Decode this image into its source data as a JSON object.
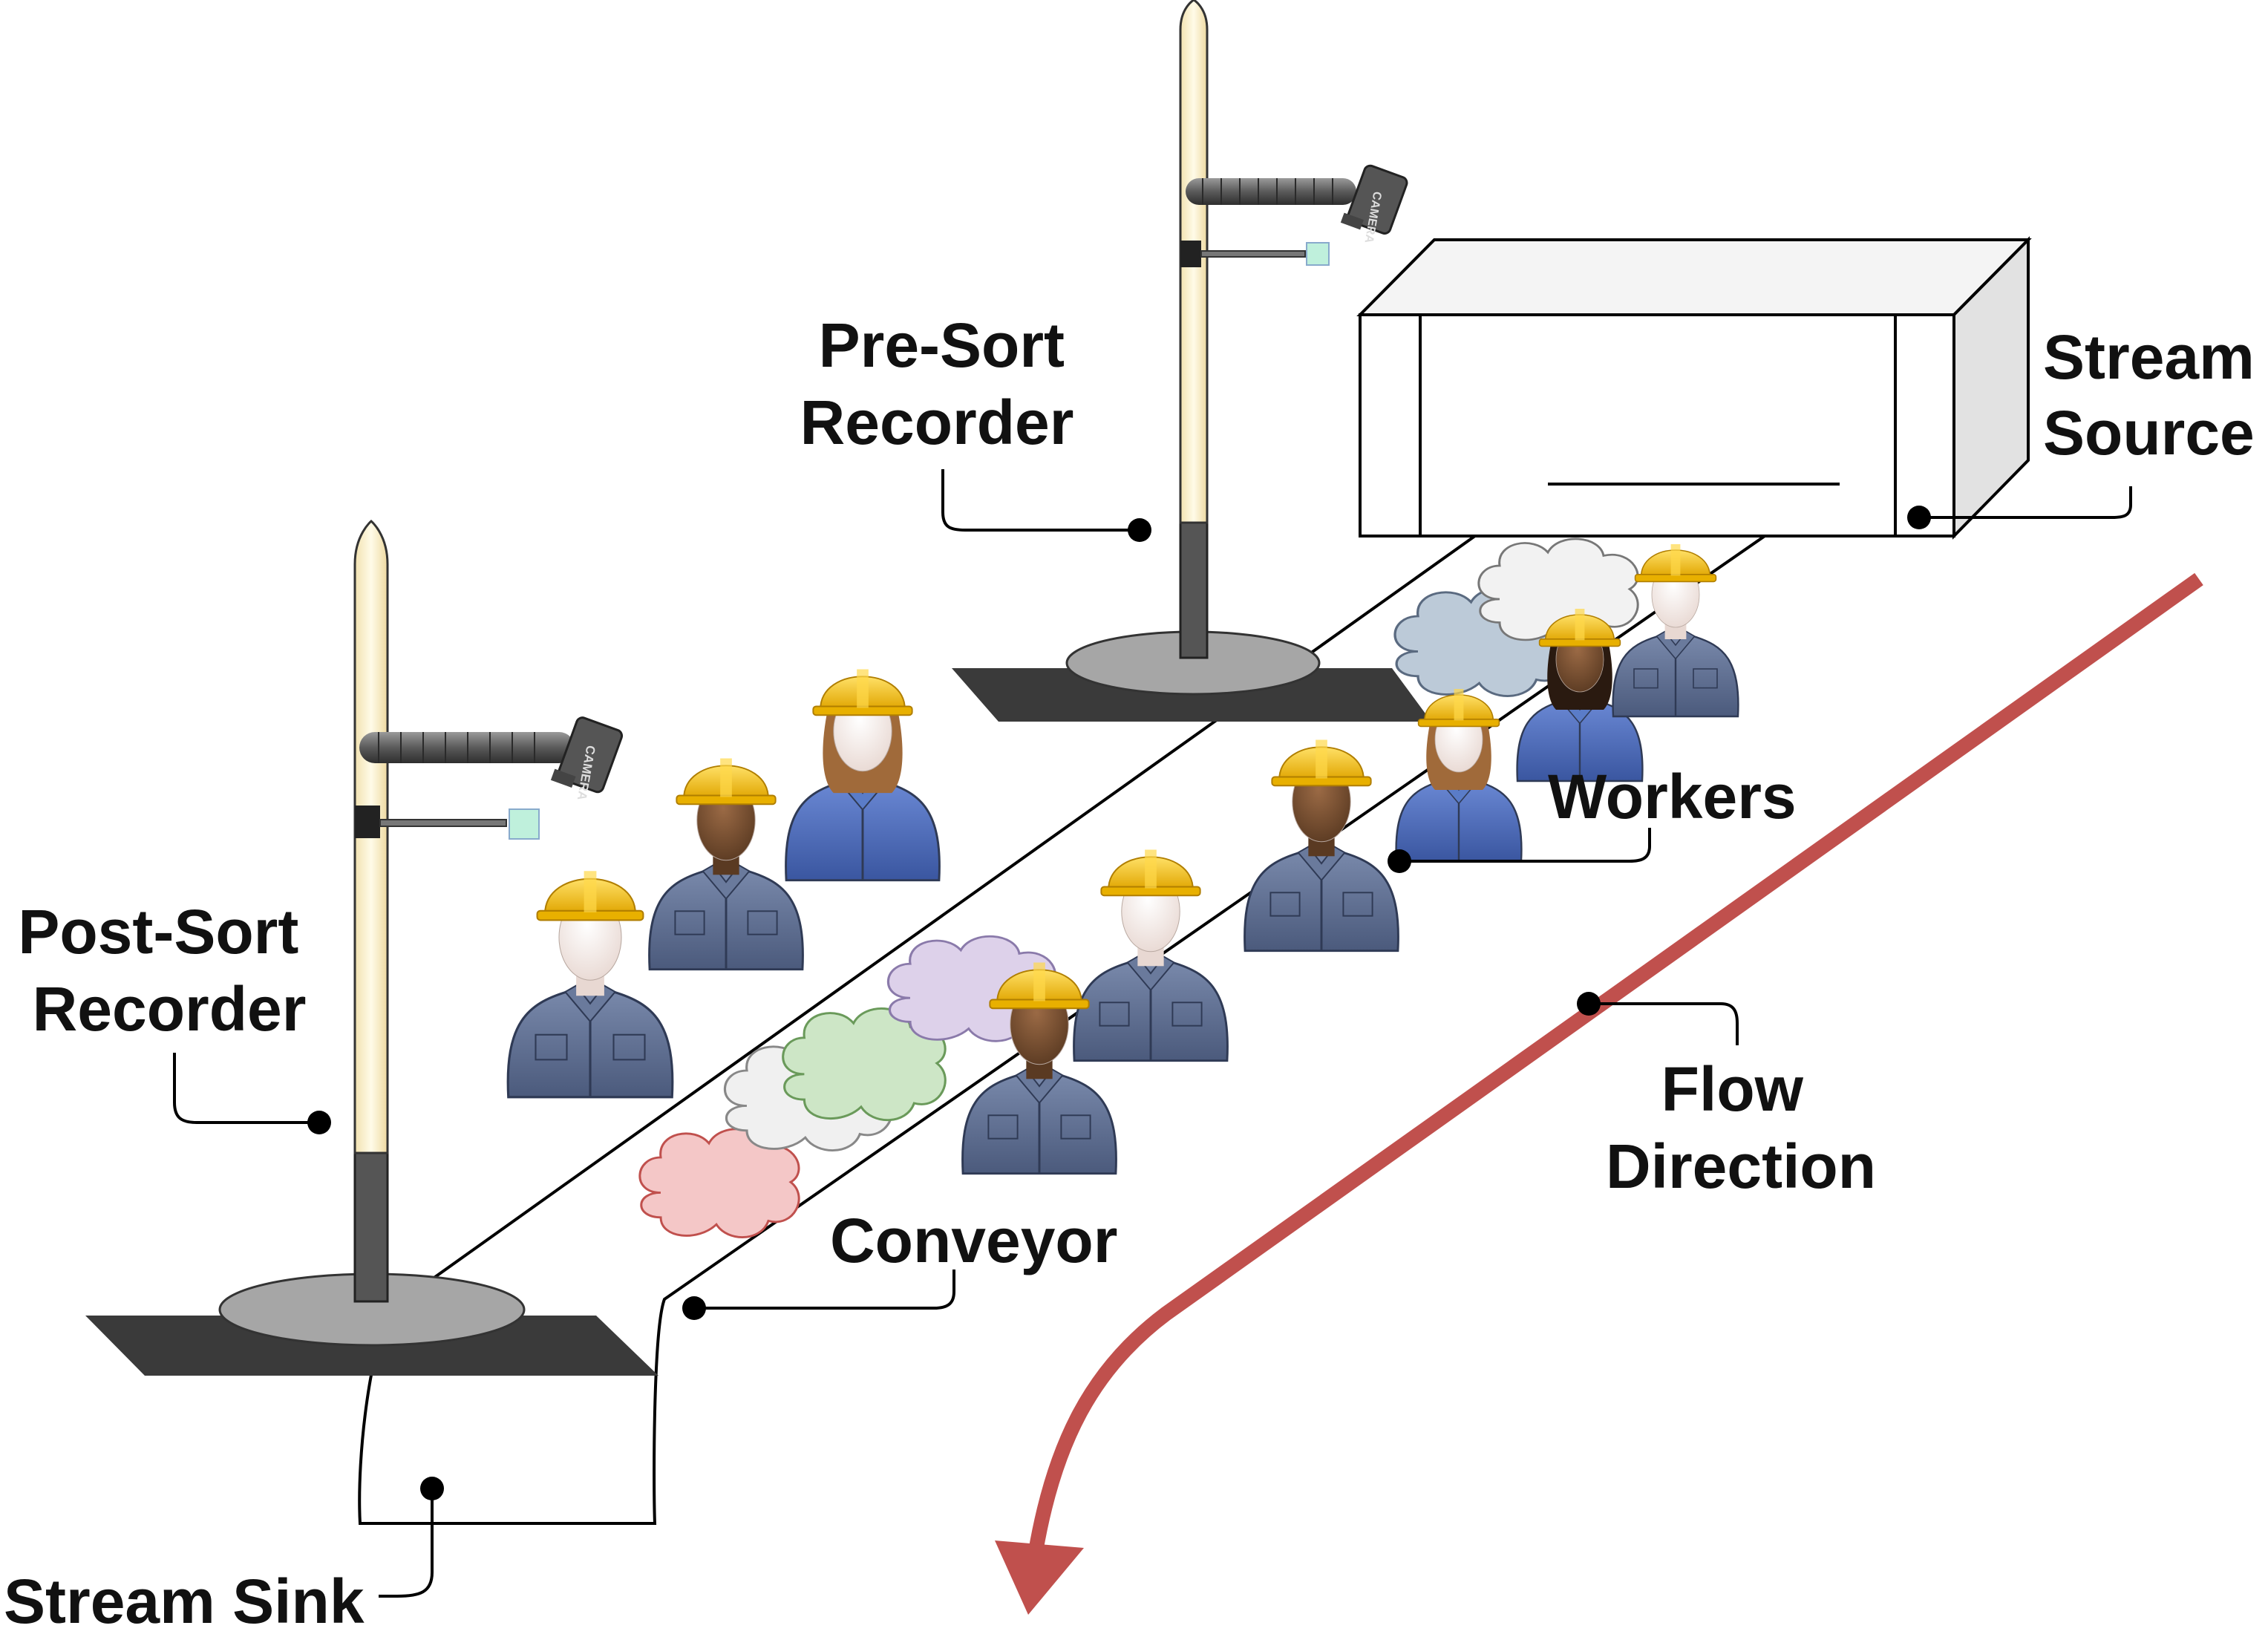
{
  "labels": {
    "pre_sort_recorder": [
      "Pre-Sort",
      "Recorder"
    ],
    "post_sort_recorder": [
      "Post-Sort",
      "Recorder"
    ],
    "stream_source": [
      "Stream",
      "Source"
    ],
    "workers": "Workers",
    "flow_direction": [
      "Flow",
      "Direction"
    ],
    "conveyor": "Conveyor",
    "stream_sink": "Stream Sink"
  },
  "camera_text": "CAMERA",
  "colors": {
    "flow_arrow": "#c0504d",
    "pole": "#fdf3d2",
    "pole_base": "#555555",
    "platform": "#3a3a3a",
    "disc": "#a6a6a6",
    "hard_hat": "#f6c21c",
    "shirt_gray": "#5d6d92",
    "shirt_blue": "#4a6ab8",
    "face": "#f7f0ee"
  },
  "clouds": [
    {
      "color": "#f4c7c7"
    },
    {
      "color": "#f0f0f0"
    },
    {
      "color": "#cde6c6"
    },
    {
      "color": "#ddd1ea"
    },
    {
      "color": "#bccad8"
    },
    {
      "color": "#f2f2f2"
    }
  ],
  "workers": [
    {
      "type": "man-light"
    },
    {
      "type": "man-dark"
    },
    {
      "type": "woman-light"
    },
    {
      "type": "man-light"
    },
    {
      "type": "man-dark"
    },
    {
      "type": "man-dark"
    },
    {
      "type": "woman-light"
    },
    {
      "type": "woman-dark"
    },
    {
      "type": "man-light"
    }
  ]
}
